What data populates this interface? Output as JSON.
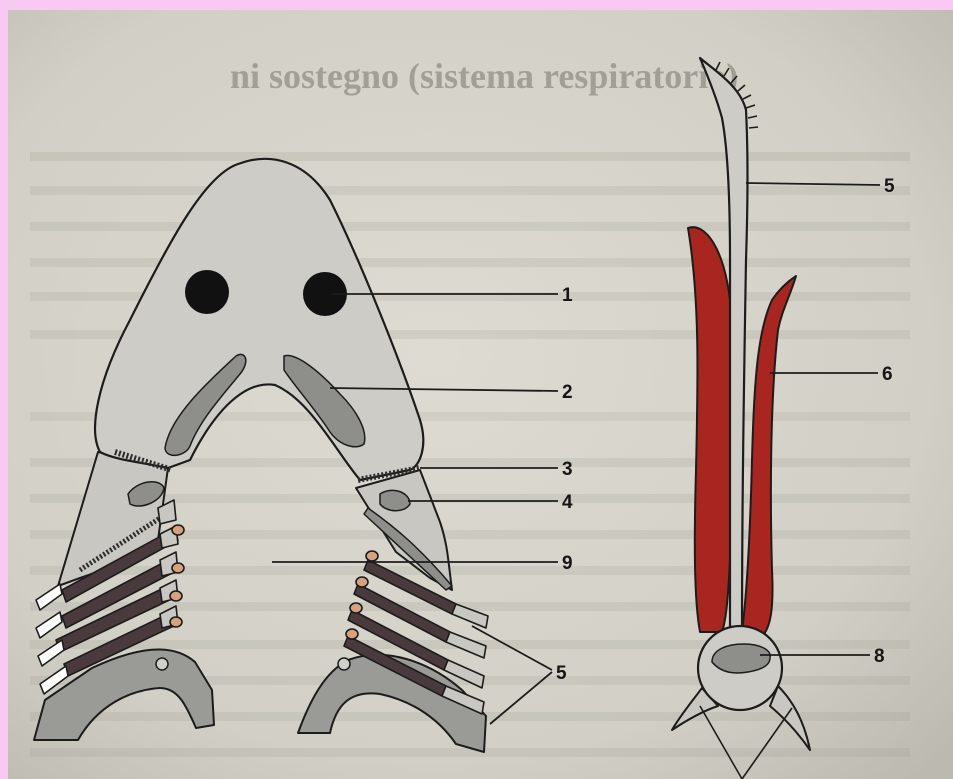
{
  "figure": {
    "heading_fragment": "ni sostegno (sistema respiratorio)",
    "labels": [
      {
        "id": "label-1",
        "text": "1"
      },
      {
        "id": "label-2",
        "text": "2"
      },
      {
        "id": "label-3",
        "text": "3"
      },
      {
        "id": "label-4",
        "text": "4"
      },
      {
        "id": "label-9",
        "text": "9"
      },
      {
        "id": "label-5-lower",
        "text": "5"
      },
      {
        "id": "label-5-upper",
        "text": "5"
      },
      {
        "id": "label-6",
        "text": "6"
      },
      {
        "id": "label-8",
        "text": "8"
      }
    ]
  },
  "colors": {
    "page_border": "#f7c9f3",
    "paper": "#d9d7cd",
    "structure_fill": "#c9c8c2",
    "dark_fill": "#8d8d8a",
    "outline": "#1c1c1c",
    "muscle_red": "#a8261f",
    "filament_brown": "#4a3a3e",
    "filament_tip": "#d9a07e"
  }
}
